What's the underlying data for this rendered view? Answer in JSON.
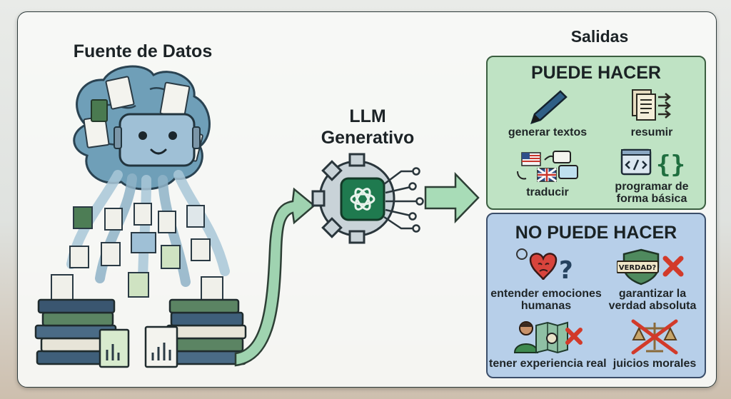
{
  "source": {
    "title": "Fuente de Datos"
  },
  "llm": {
    "title_line1": "LLM",
    "title_line2": "Generativo"
  },
  "outputs": {
    "title": "Salidas",
    "can": {
      "title": "PUEDE HACER",
      "items": [
        {
          "label": "generar textos",
          "icon": "pen-icon"
        },
        {
          "label": "resumir",
          "icon": "summarize-icon"
        },
        {
          "label": "traducir",
          "icon": "translate-icon"
        },
        {
          "label_line1": "programar de",
          "label_line2": "forma básica",
          "icon": "code-icon"
        }
      ]
    },
    "cannot": {
      "title": "NO PUEDE HACER",
      "items": [
        {
          "label_line1": "entender emociones",
          "label_line2": "humanas",
          "icon": "heart-question-icon"
        },
        {
          "label_line1": "garantizar la",
          "label_line2": "verdad absoluta",
          "icon": "shield-verdad-icon",
          "badge": "VERDAD?"
        },
        {
          "label": "tener experiencia real",
          "icon": "person-map-icon"
        },
        {
          "label": "juicios morales",
          "icon": "scales-crossed-icon"
        }
      ]
    }
  },
  "colors": {
    "can_bg": "#bfe3c4",
    "cannot_bg": "#b7cfe9",
    "arrow": "#8fd3a3",
    "robot": "#7ea7c2",
    "cross": "#d23a2a"
  }
}
